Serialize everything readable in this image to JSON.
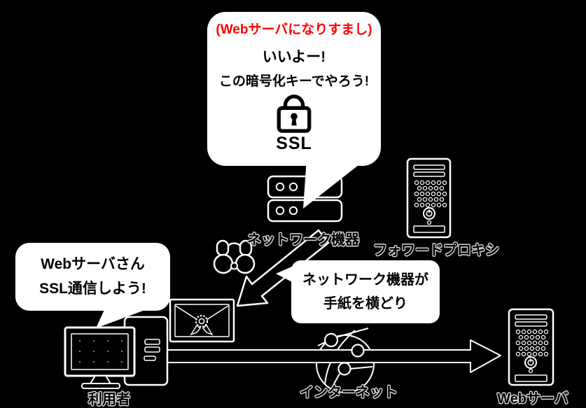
{
  "bubbles": {
    "impersonation": {
      "line1": "(Webサーバになりすまし)",
      "line2": "いいよー!",
      "line3": "この暗号化キーでやろう!",
      "ssl_label": "SSL"
    },
    "user_request": {
      "line1": "Webサーバさん",
      "line2": "SSL通信しよう!"
    },
    "intercept_note": {
      "line1": "ネットワーク機器が",
      "line2": "手紙を横どり"
    }
  },
  "labels": {
    "network_device": "ネットワーク機器",
    "forward_proxy": "フォワードプロキシ",
    "user": "利用者",
    "internet": "インターネット",
    "web_server": "Webサーバ"
  },
  "icons": {
    "lock": "ssl-padlock-icon",
    "binoculars": "binoculars-icon",
    "sealed_letter": "sealed-letter-icon",
    "network_device": "network-switch-icon",
    "forward_proxy": "server-tower-icon",
    "web_server": "server-tower-icon",
    "user_computer": "desktop-pc-icon",
    "internet": "globe-network-icon",
    "flow_arrow": "right-arrow-icon",
    "intercept_arrow": "down-left-arrow-icon"
  },
  "colors": {
    "background": "#000000",
    "bubble_fill": "#ffffff",
    "text": "#000000",
    "accent_red": "#ff0000",
    "line": "#ffffff"
  }
}
